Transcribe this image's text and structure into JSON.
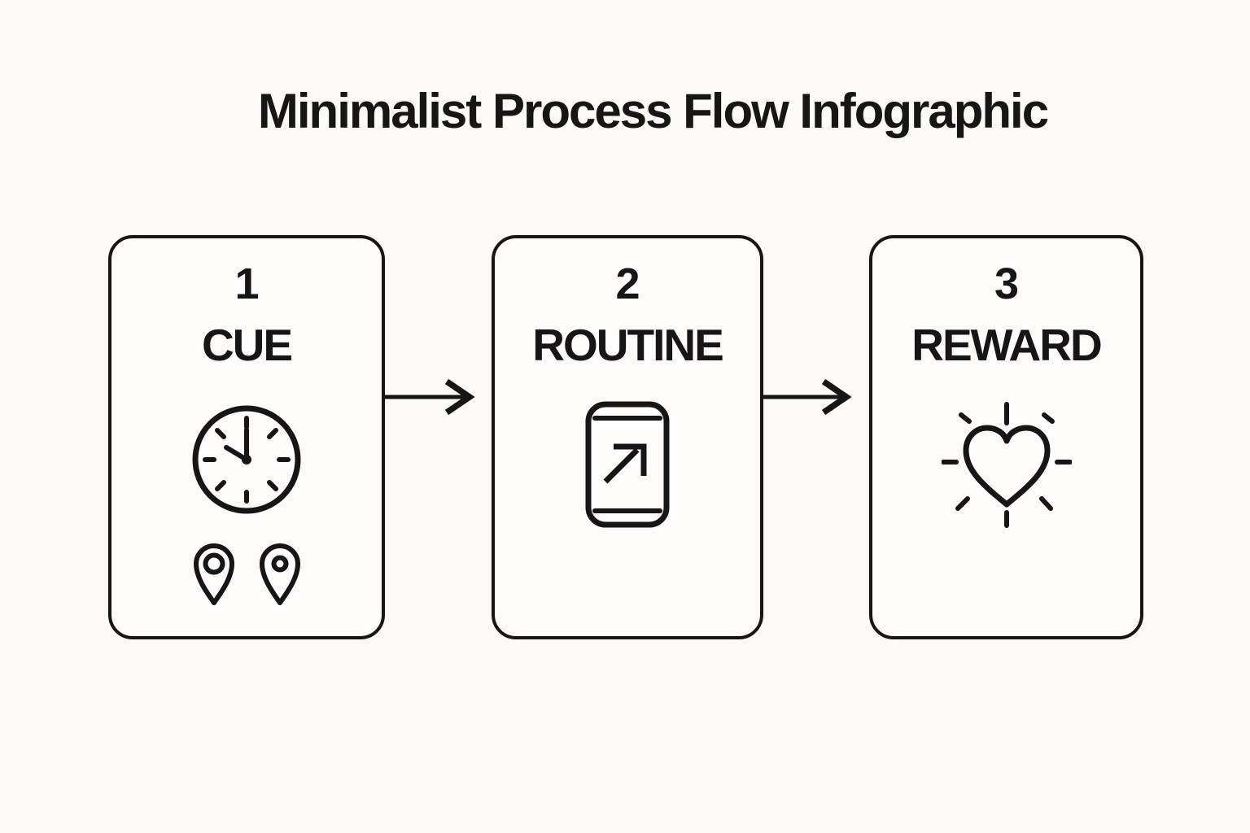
{
  "page": {
    "title": "Minimalist Process Flow Infographic",
    "background_color": "#fbfaf6",
    "card_color": "#fdfcfa",
    "ink_color": "#161616"
  },
  "steps": [
    {
      "number": "1",
      "label": "CUE",
      "icons": [
        "clock-icon",
        "map-pin-icon",
        "map-pin-icon"
      ]
    },
    {
      "number": "2",
      "label": "ROUTINE",
      "icons": [
        "phone-launch-icon"
      ]
    },
    {
      "number": "3",
      "label": "REWARD",
      "icons": [
        "radiant-heart-icon"
      ]
    }
  ],
  "connectors": [
    {
      "name": "arrow-right",
      "from": "CUE",
      "to": "ROUTINE"
    },
    {
      "name": "arrow-right",
      "from": "ROUTINE",
      "to": "REWARD"
    }
  ]
}
